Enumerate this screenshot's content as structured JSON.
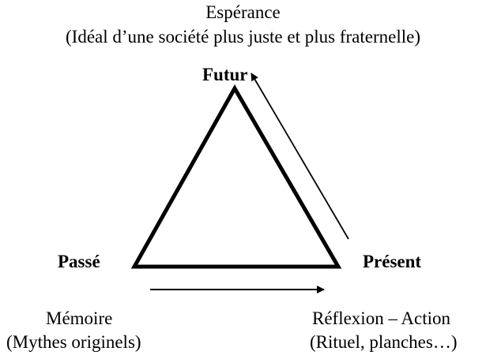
{
  "top": {
    "title": "Espérance",
    "subtitle": "(Idéal d’une société plus juste et plus fraternelle)"
  },
  "vertices": {
    "top": "Futur",
    "left": "Passé",
    "right": "Présent"
  },
  "bottom_left": {
    "title": "Mémoire",
    "subtitle": "(Mythes originels)"
  },
  "bottom_right": {
    "title": "Réflexion – Action",
    "subtitle": "(Rituel, planches…)"
  }
}
